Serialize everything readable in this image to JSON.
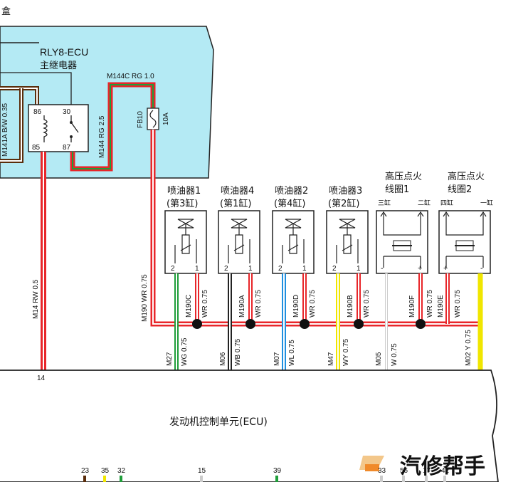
{
  "corner_text": "盒",
  "relay": {
    "code": "RLY8-ECU",
    "name": "主继电器",
    "pin86": "86",
    "pin30": "30",
    "pin85": "85",
    "pin87": "87"
  },
  "fuse": {
    "code": "FB10",
    "rating": "10A"
  },
  "wires": {
    "w_m141a": "M141A B/W 0.35",
    "w_m144c": "M144C RG 1.0",
    "w_m144": "M144 RG 2.5",
    "w_m14": "M14 RW 0.5",
    "w_m190": "M190 WR 0.75"
  },
  "injectors": [
    {
      "name": "喷油器1",
      "cyl": "(第3缸)",
      "wire_left": "M190C",
      "wire_right": "WR 0.75",
      "wire_bottom": "WG 0.75",
      "conn": "M27",
      "pin": "27",
      "p2": "2",
      "p1": "1"
    },
    {
      "name": "喷油器4",
      "cyl": "(第1缸)",
      "wire_left": "M190A",
      "wire_right": "WR 0.75",
      "wire_bottom": "WB 0.75",
      "conn": "M06",
      "pin": "6",
      "p2": "2",
      "p1": "1"
    },
    {
      "name": "喷油器2",
      "cyl": "(第4缸)",
      "wire_left": "M190D",
      "wire_right": "WR 0.75",
      "wire_bottom": "WL 0.75",
      "conn": "M07",
      "pin": "7",
      "p2": "2",
      "p1": "1"
    },
    {
      "name": "喷油器3",
      "cyl": "(第2缸)",
      "wire_left": "M190B",
      "wire_right": "WR 0.75",
      "wire_bottom": "WY 0.75",
      "conn": "M47",
      "pin": "47",
      "p2": "2",
      "p1": "1"
    }
  ],
  "coils": [
    {
      "name1": "高压点火",
      "name2": "线圈1",
      "left": "三缸",
      "right": "二缸",
      "minus": "-",
      "plus": "+",
      "wire_left": "M190F",
      "wire_right": "WR 0.75",
      "wire_bottom": "W 0.75",
      "conn": "M05",
      "pin": "5"
    },
    {
      "name1": "高压点火",
      "name2": "线圈2",
      "left": "四缸",
      "right": "一缸",
      "minus": "-",
      "plus": "+",
      "wire_left": "M190E",
      "wire_right": "WR 0.75",
      "wire_bottom": "Y 0.75",
      "conn": "M02",
      "pin": "2"
    }
  ],
  "ecu_pin14": "14",
  "ecu_label": "发动机控制单元(ECU)",
  "bottom_pins": [
    "23",
    "35",
    "32",
    "15",
    "39",
    "33",
    "56",
    "17",
    "42"
  ],
  "watermark": "汽修帮手",
  "colors": {
    "panel": "#b4eaf4",
    "red": "#e8262a",
    "yellow": "#f0e600",
    "green": "#1f9e3a",
    "blue": "#1e8fe0"
  }
}
